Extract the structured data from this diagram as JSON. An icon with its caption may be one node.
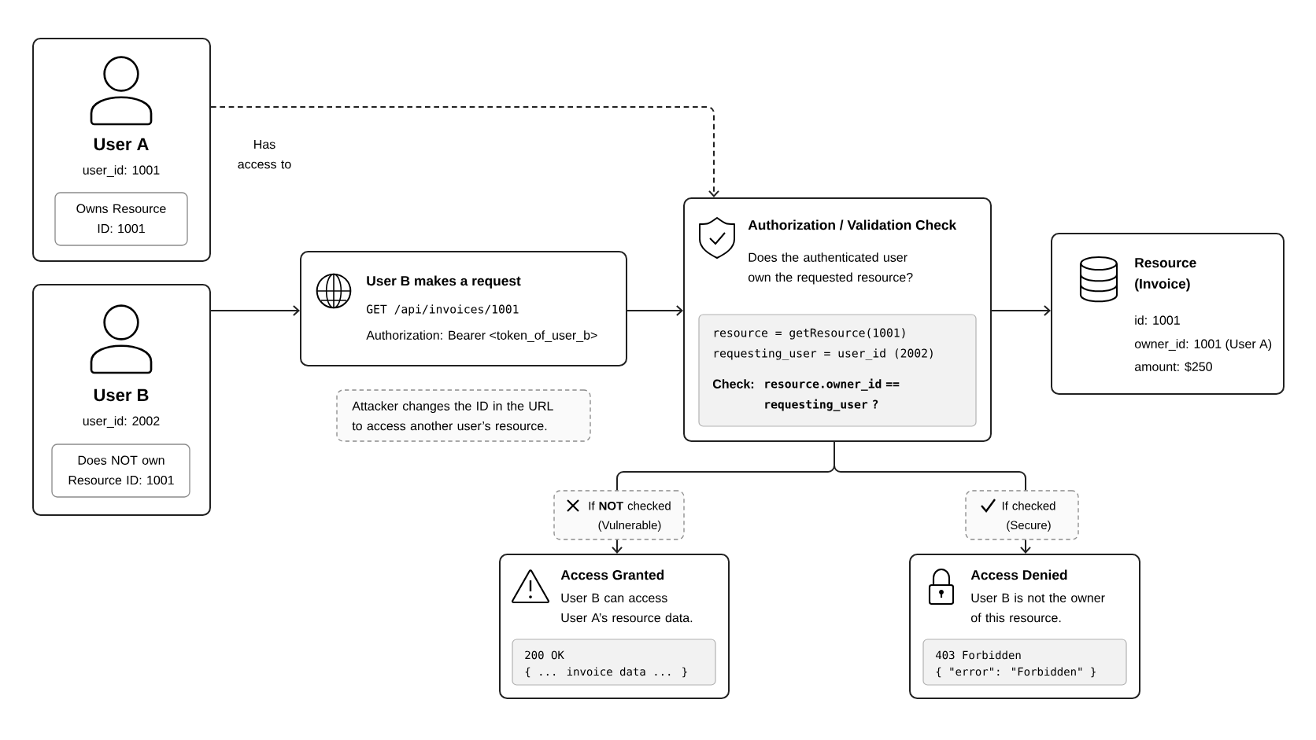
{
  "diagram": {
    "nodes": [
      {
        "text": [
          "User A",
          "user_id: 1001"
        ]
      },
      {
        "text": [
          "Owns Resource ID: 1001"
        ],
        "in": 0
      },
      {
        "text": [
          "User B",
          "user_id: 2002"
        ]
      },
      {
        "text": [
          "Does NOT own Resource ID: 1001"
        ],
        "in": 2
      },
      {
        "text": [
          "User B makes a request",
          "GET /api/invoices/1001",
          "Authorization: Bearer <token_of_user_b>"
        ]
      },
      {
        "text": [
          "Attacker changes the ID in the URL to access another user’s resource."
        ]
      },
      {
        "text": [
          "Authorization / Validation Check",
          "Does the authenticated user own the requested resource?"
        ]
      },
      {
        "text": [
          "resource = getResource(1001)",
          "requesting_user = user_id (2002)",
          "Check:",
          "resource.owner_id == requesting_user ?"
        ],
        "in": 6
      },
      {
        "text": [
          "Resource (Invoice)",
          "id: 1001",
          "owner_id: 1001 (User A)",
          "amount: $250"
        ]
      },
      {
        "text": [
          "If **NOT** checked (Vulnerable)"
        ]
      },
      {
        "text": [
          "If checked (Secure)"
        ]
      },
      {
        "text": [
          "Access Granted",
          "User B can access User A’s resource data."
        ]
      },
      {
        "text": [
          "200 OK",
          "{ ... invoice data ... }"
        ],
        "in": 11
      },
      {
        "text": [
          "Access Denied",
          "User B is not the owner of this resource."
        ]
      },
      {
        "text": [
          "403 Forbidden",
          "{ \"error\": \"Forbidden\" }"
        ],
        "in": 13
      }
    ],
    "edges": [
      {
        "from": 0,
        "to": 6,
        "arrow": "to",
        "style": "dashed",
        "label": "Has access to"
      },
      {
        "from": 2,
        "to": 4,
        "arrow": "to"
      },
      {
        "from": 4,
        "to": 6,
        "arrow": "to"
      },
      {
        "from": 6,
        "to": 8,
        "arrow": "to"
      },
      {
        "from": 6,
        "to": 9,
        "arrow": "none"
      },
      {
        "from": 6,
        "to": 10,
        "arrow": "none"
      },
      {
        "from": 9,
        "to": 11,
        "arrow": "to"
      },
      {
        "from": 10,
        "to": 13,
        "arrow": "to"
      }
    ]
  }
}
